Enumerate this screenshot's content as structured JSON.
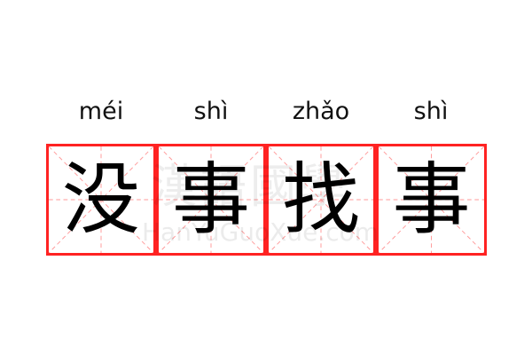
{
  "pinyin": [
    "méi",
    "shì",
    "zhǎo",
    "shì"
  ],
  "characters": [
    "没",
    "事",
    "找",
    "事"
  ],
  "watermark": {
    "chinese": "漢語國學",
    "latin": "HanYuGuoXue.com"
  },
  "colors": {
    "grid": "#ff2222",
    "guide": "#ff9999"
  }
}
